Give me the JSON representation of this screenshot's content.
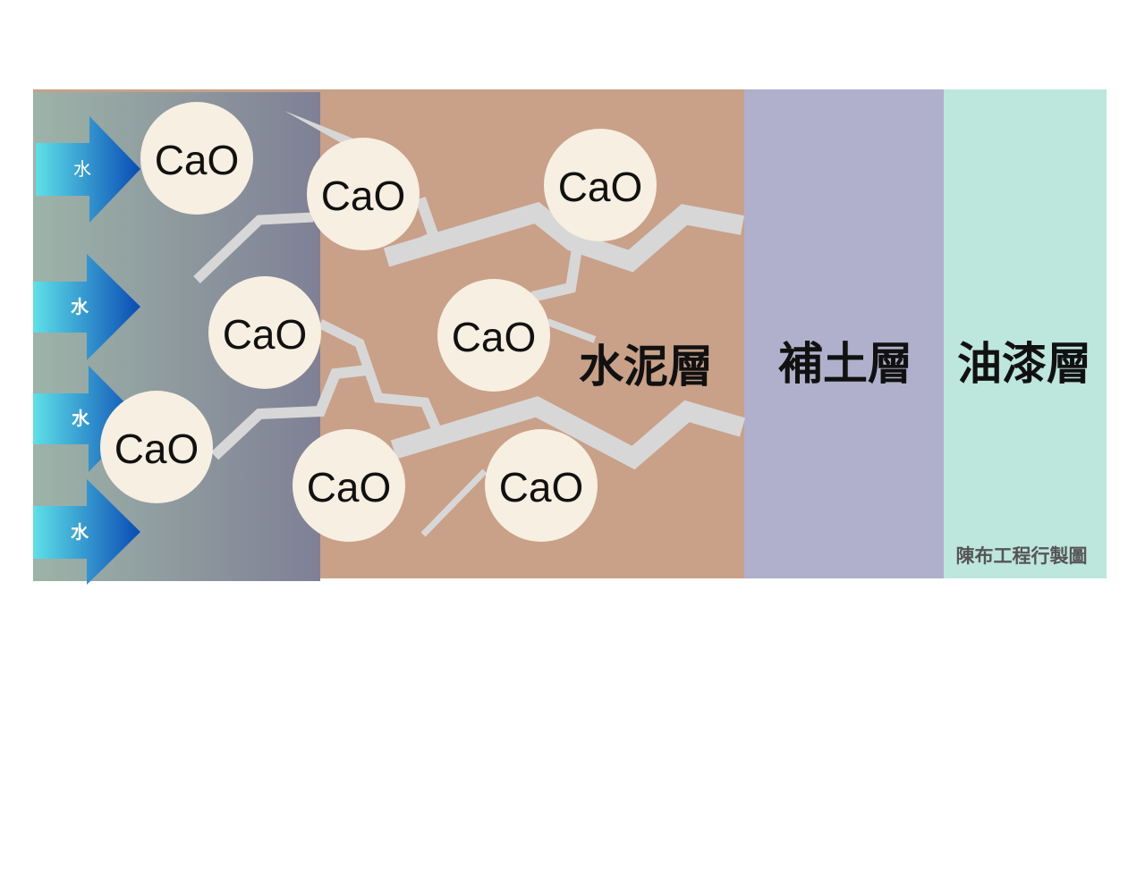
{
  "diagram": {
    "layers": [
      {
        "label": "水泥層",
        "color": "#c9a088"
      },
      {
        "label": "補土層",
        "color": "#b0b0cc"
      },
      {
        "label": "油漆層",
        "color": "#bde6dc"
      }
    ],
    "water_label": "水",
    "water_arrow_count": 4,
    "particle_label": "CaO",
    "particle_count": 8,
    "particle_color": "#f7efe1",
    "crack_color": "#d7d7d7",
    "credit": "陳布工程行製圖"
  }
}
